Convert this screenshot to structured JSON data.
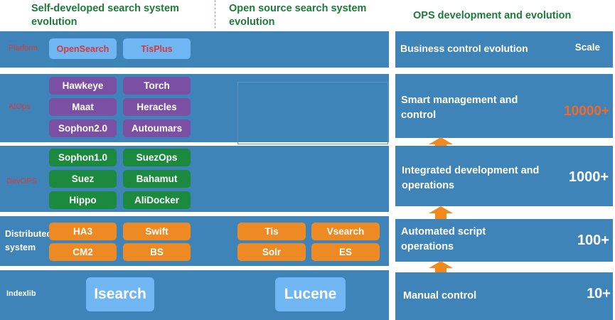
{
  "headers": {
    "self_developed": "Self-developed search system evolution",
    "open_source": "Open source search system evolution",
    "ops": "OPS development and evolution"
  },
  "rows": {
    "platform": {
      "label": "Platform",
      "boxes": [
        "OpenSearch",
        "TisPlus"
      ]
    },
    "aiops": {
      "label": "AIOps",
      "boxes": [
        "Hawkeye",
        "Torch",
        "Maat",
        "Heracles",
        "Sophon2.0",
        "Autoumars"
      ]
    },
    "devops": {
      "label": "DevOPS",
      "boxes": [
        "Sophon1.0",
        "SuezOps",
        "Suez",
        "Bahamut",
        "Hippo",
        "AliDocker"
      ]
    },
    "distributed": {
      "label": "Distributed system",
      "boxes": [
        "HA3",
        "Swift",
        "CM2",
        "BS"
      ],
      "open_boxes": [
        "Tis",
        "Vsearch",
        "Solr",
        "ES"
      ]
    },
    "indexlib": {
      "label": "Indexlib",
      "self_engine": "Isearch",
      "open_engine": "Lucene"
    }
  },
  "ops": [
    {
      "title": "Business control evolution",
      "value": "Scale"
    },
    {
      "title": "Smart management and control",
      "value": "10000+"
    },
    {
      "title": "Integrated development and operations",
      "value": "1000+"
    },
    {
      "title": "Automated script operations",
      "value": "100+"
    },
    {
      "title": "Manual control",
      "value": "10+"
    }
  ],
  "colors": {
    "row_bg": "#3e84b8",
    "header_text": "#1e7a3a",
    "purple": "#7b4fa3",
    "green": "#1c8a3e",
    "orange": "#ed8a23",
    "light_blue": "#6fb6f2",
    "arrow": "#f08a1c",
    "red_label": "#e0393b"
  }
}
